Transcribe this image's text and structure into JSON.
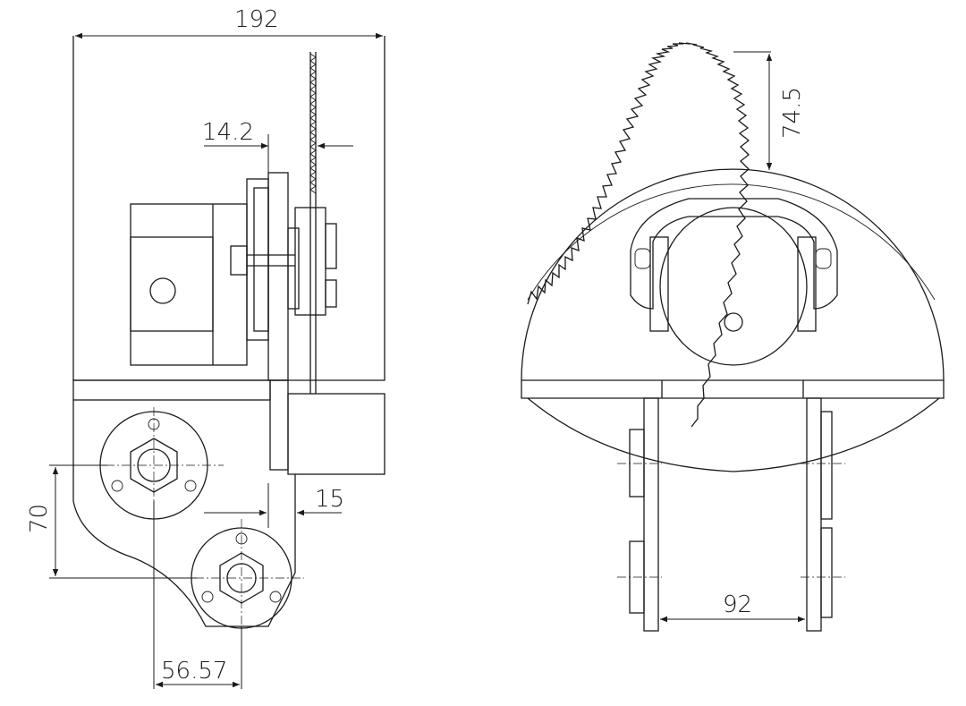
{
  "dimensions": {
    "overall_width": "192",
    "plate_offset": "14.2",
    "shaft_drop": "70",
    "shaft_horizontal": "56.57",
    "bracket_width": "15",
    "blade_protrusion": "74.5",
    "plate_spacing": "92"
  },
  "colors": {
    "line": "#1a1a1a",
    "background": "#ffffff"
  }
}
